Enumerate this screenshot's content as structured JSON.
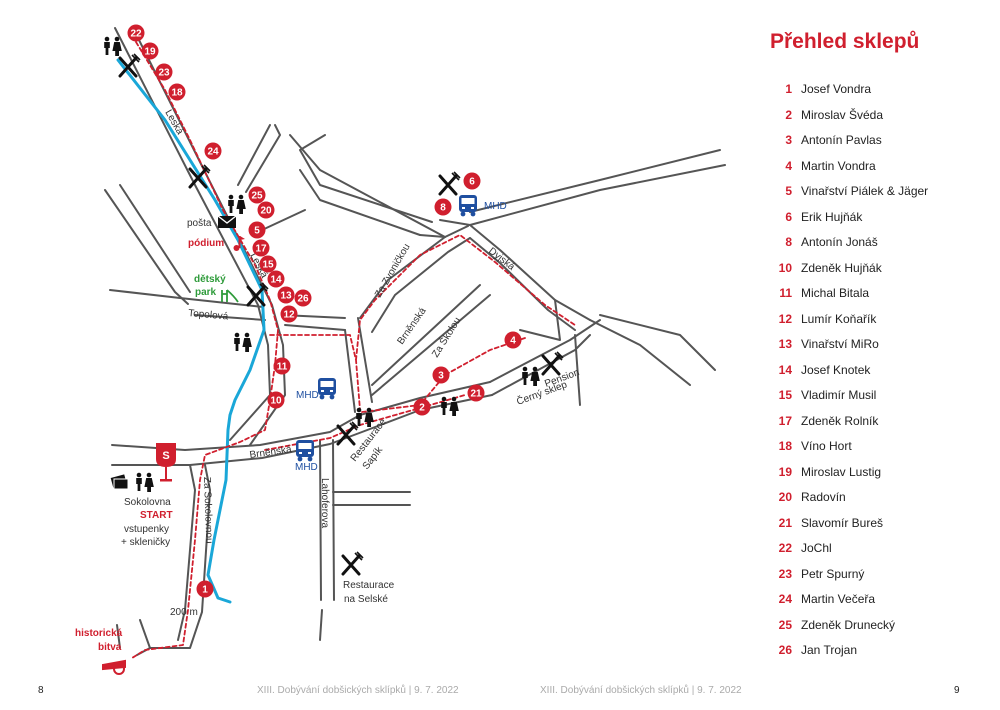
{
  "title": "Přehled sklepů",
  "cellars": [
    {
      "num": "1",
      "name": "Josef Vondra"
    },
    {
      "num": "2",
      "name": "Miroslav Švéda"
    },
    {
      "num": "3",
      "name": "Antonín Pavlas"
    },
    {
      "num": "4",
      "name": "Martin Vondra"
    },
    {
      "num": "5",
      "name": "Vinařství Piálek & Jäger"
    },
    {
      "num": "6",
      "name": "Erik Hujňák"
    },
    {
      "num": "8",
      "name": "Antonín Jonáš"
    },
    {
      "num": "10",
      "name": "Zdeněk Hujňák"
    },
    {
      "num": "11",
      "name": "Michal Bitala"
    },
    {
      "num": "12",
      "name": "Lumír Koňařík"
    },
    {
      "num": "13",
      "name": "Vinařství MiRo"
    },
    {
      "num": "14",
      "name": "Josef Knotek"
    },
    {
      "num": "15",
      "name": "Vladimír Musil"
    },
    {
      "num": "17",
      "name": "Zdeněk Rolník"
    },
    {
      "num": "18",
      "name": "Víno Hort"
    },
    {
      "num": "19",
      "name": "Miroslav Lustig"
    },
    {
      "num": "20",
      "name": "Radovín"
    },
    {
      "num": "21",
      "name": "Slavomír Bureš"
    },
    {
      "num": "22",
      "name": "JoChl"
    },
    {
      "num": "23",
      "name": "Petr Spurný"
    },
    {
      "num": "24",
      "name": "Martin Večeřa"
    },
    {
      "num": "25",
      "name": "Zdeněk Drunecký"
    },
    {
      "num": "26",
      "name": "Jan Trojan"
    }
  ],
  "streets": {
    "leska_top": "Leská",
    "leska_mid": "Leská",
    "topolova": "Topolová",
    "brnenska_west": "Brněnská",
    "brnenska_diag": "Brněnská",
    "za_zvonickou": "Za Zvoničkou",
    "za_skolou": "Za Školou",
    "dyjska": "Dyjská",
    "za_sokolovnou": "Za Sokolovnou",
    "lahoferova": "Lahoferova"
  },
  "places": {
    "posta": "pošta",
    "podium": "pódium",
    "park_line1": "dětský",
    "park_line2": "park",
    "sokolovna": "Sokolovna",
    "start": "START",
    "vstupenky": "vstupenky",
    "sklenicky": "+ skleničky",
    "bitva_line1": "historická",
    "bitva_line2": "bitva",
    "rest_sapik_1": "Restaurace",
    "rest_sapik_2": "Sapík",
    "pension_1": "Pension",
    "pension_2": "Černý sklep",
    "rest_selske_1": "Restaurace",
    "rest_selske_2": "na Selské",
    "mhd": "MHD",
    "scale": "200 m",
    "sokolovna_marker": "S"
  },
  "map_markers": [
    "22",
    "19",
    "23",
    "18",
    "24",
    "25",
    "20",
    "5",
    "17",
    "15",
    "14",
    "13",
    "26",
    "12",
    "11",
    "10",
    "1",
    "6",
    "8",
    "4",
    "3",
    "2",
    "21"
  ],
  "footer": {
    "left_page": "8",
    "right_page": "9",
    "left_text": "XIII. Dobývání dobšických sklípků | 9. 7. 2022",
    "right_text": "XIII. Dobývání dobšických sklípků | 9. 7. 2022"
  },
  "colors": {
    "accent_red": "#d01f2e",
    "river_blue": "#1aa7d8",
    "park_green": "#2e9b3a",
    "bus_blue": "#1f4fa0"
  },
  "icons": {
    "toilets": "toilets-icon",
    "restaurant": "fork-knife-icon",
    "bus": "bus-icon",
    "post": "envelope-icon",
    "stage": "music-note-icon",
    "playground": "slide-icon",
    "wine": "wine-glass-icon",
    "tickets": "tickets-icon",
    "cannon": "cannon-icon"
  }
}
